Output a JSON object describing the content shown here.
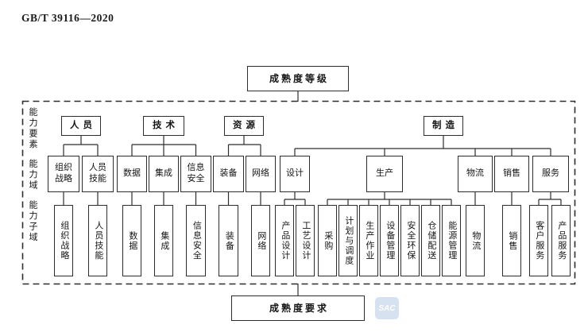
{
  "page": {
    "standard_number": "GB/T 39116—2020"
  },
  "diagram": {
    "root_label": "成熟度等级",
    "requirement_label": "成熟度要求",
    "axis_labels": [
      "能力要素",
      "能力域",
      "能力子域"
    ],
    "tree": [
      {
        "element": "人员",
        "domains": [
          {
            "name": "组织战略",
            "subdomains": [
              "组织战略"
            ]
          },
          {
            "name": "人员技能",
            "subdomains": [
              "人员技能"
            ]
          }
        ]
      },
      {
        "element": "技术",
        "domains": [
          {
            "name": "数据",
            "subdomains": [
              "数据"
            ]
          },
          {
            "name": "集成",
            "subdomains": [
              "集成"
            ]
          },
          {
            "name": "信息安全",
            "subdomains": [
              "信息安全"
            ]
          }
        ]
      },
      {
        "element": "资源",
        "domains": [
          {
            "name": "装备",
            "subdomains": [
              "装备"
            ]
          },
          {
            "name": "网络",
            "subdomains": [
              "网络"
            ]
          }
        ]
      },
      {
        "element": "制造",
        "domains": [
          {
            "name": "设计",
            "subdomains": [
              "产品设计",
              "工艺设计"
            ]
          },
          {
            "name": "生产",
            "subdomains": [
              "采购",
              "计划与调度",
              "生产作业",
              "设备管理",
              "安全环保",
              "仓储配送",
              "能源管理"
            ]
          },
          {
            "name": "物流",
            "subdomains": [
              "物流"
            ]
          },
          {
            "name": "销售",
            "subdomains": [
              "销售"
            ]
          },
          {
            "name": "服务",
            "subdomains": [
              "客户服务",
              "产品服务"
            ]
          }
        ]
      }
    ]
  },
  "watermark": {
    "text": "SAC",
    "background": "#ccdbed",
    "text_color": "#ffffff"
  },
  "colors": {
    "line": "#2d2d2d",
    "text": "#141414",
    "page_background": "#ffffff"
  }
}
